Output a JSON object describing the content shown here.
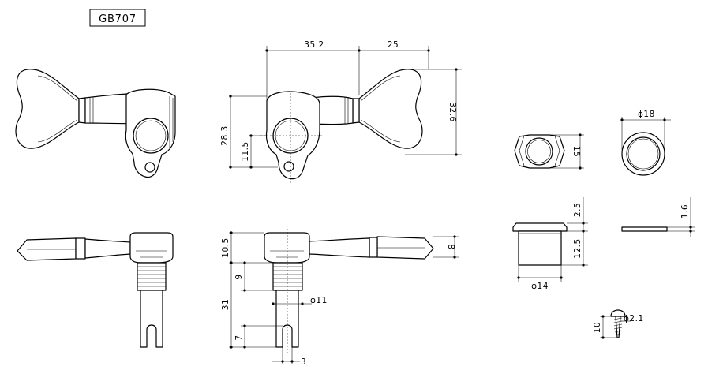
{
  "model": "GB707",
  "dimensions": {
    "width_total": "35.2",
    "width_right": "25",
    "height_total": "32.6",
    "height_post": "28.3",
    "height_hole": "11.5",
    "bushing_hex": "15",
    "washer_dia": "ϕ18",
    "bushing_flange": "2.5",
    "washer_thick": "1.6",
    "bushing_body": "12.5",
    "bushing_dia": "ϕ14",
    "housing_h": "10.5",
    "tuner_thick": "8",
    "thread_len": "9",
    "post_dia": "ϕ11",
    "post_len": "31",
    "slot_depth": "7",
    "slot_width": "3",
    "screw_len": "10",
    "screw_dia": "ϕ2.1"
  }
}
